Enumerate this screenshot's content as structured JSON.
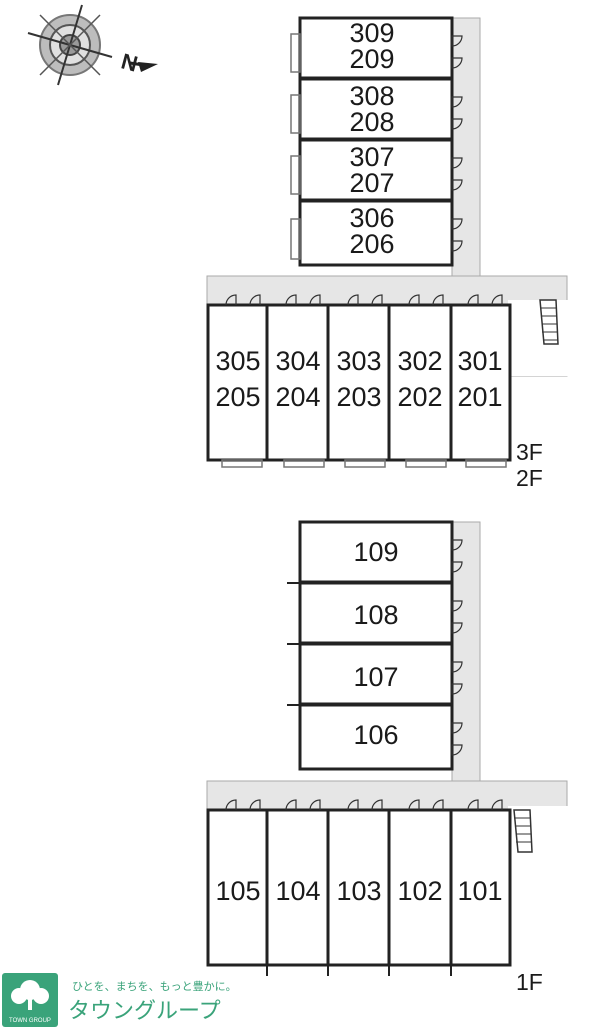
{
  "compass": {
    "direction_letter": "N"
  },
  "upper_building": {
    "floor_labels": [
      "3F",
      "2F"
    ],
    "wing_units": [
      {
        "top": "309",
        "bottom": "209"
      },
      {
        "top": "308",
        "bottom": "208"
      },
      {
        "top": "307",
        "bottom": "207"
      },
      {
        "top": "306",
        "bottom": "206"
      }
    ],
    "row_units": [
      {
        "top": "305",
        "bottom": "205"
      },
      {
        "top": "304",
        "bottom": "204"
      },
      {
        "top": "303",
        "bottom": "203"
      },
      {
        "top": "302",
        "bottom": "202"
      },
      {
        "top": "301",
        "bottom": "201"
      }
    ]
  },
  "lower_building": {
    "floor_label": "1F",
    "wing_units": [
      "109",
      "108",
      "107",
      "106"
    ],
    "row_units": [
      "105",
      "104",
      "103",
      "102",
      "101"
    ]
  },
  "logo": {
    "slogan": "ひとを、まちを、もっと豊かに。",
    "brand": "タウングループ",
    "sub": "TOWN GROUP"
  },
  "colors": {
    "corridor": "#e6e6e6",
    "wall": "#222222",
    "logo_green": "#3aa37a"
  }
}
